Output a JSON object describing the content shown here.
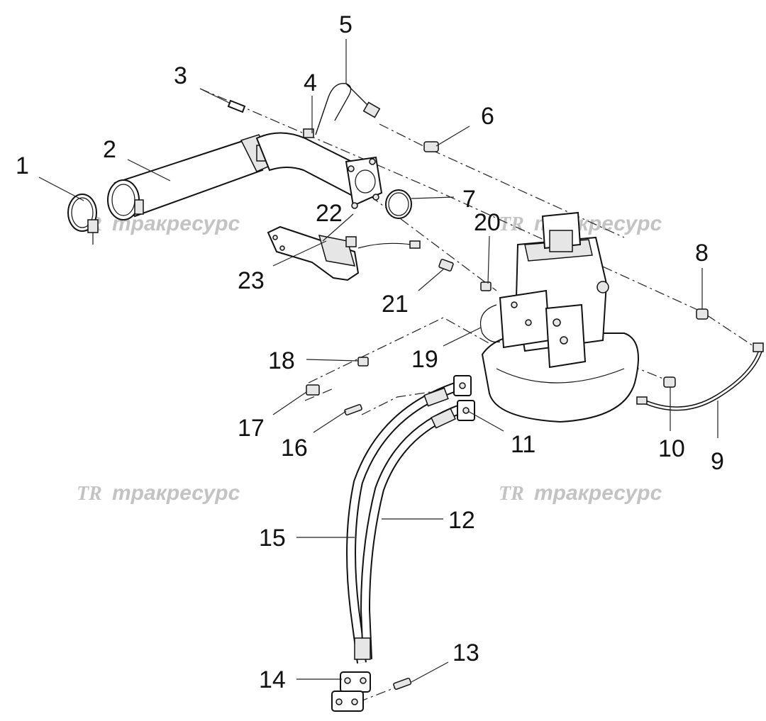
{
  "watermark": {
    "brand": "трак​ресурс",
    "logo": "TR"
  },
  "callouts": [
    "1",
    "2",
    "3",
    "4",
    "5",
    "6",
    "7",
    "8",
    "9",
    "10",
    "11",
    "12",
    "13",
    "14",
    "15",
    "16",
    "17",
    "18",
    "19",
    "20",
    "21",
    "22",
    "23"
  ]
}
